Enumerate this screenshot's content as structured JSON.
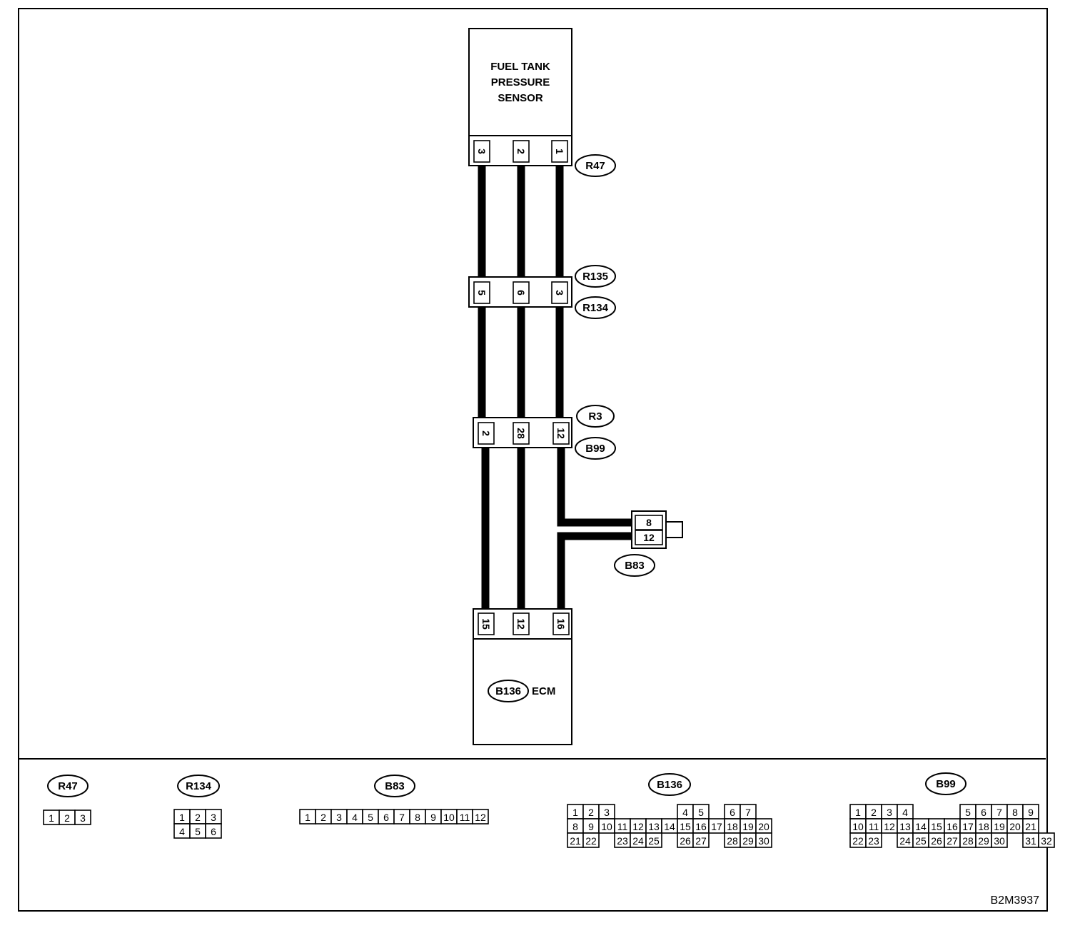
{
  "sensor": {
    "lines": [
      "FUEL TANK",
      "PRESSURE",
      "SENSOR"
    ]
  },
  "ecm": {
    "tag": "B136",
    "label": "ECM"
  },
  "connectors": {
    "r47": {
      "tag": "R47",
      "pins": [
        "3",
        "2",
        "1"
      ]
    },
    "r135": {
      "tag": "R135"
    },
    "r134": {
      "tag": "R134",
      "pins": [
        "5",
        "6",
        "3"
      ]
    },
    "r3": {
      "tag": "R3"
    },
    "b99": {
      "tag": "B99",
      "pins": [
        "2",
        "28",
        "12"
      ]
    },
    "b83": {
      "tag": "B83",
      "pins": [
        "8",
        "12"
      ]
    },
    "b136": {
      "tag": "B136",
      "pins": [
        "15",
        "12",
        "16"
      ]
    }
  },
  "legend": {
    "r47": {
      "tag": "R47",
      "rows": [
        [
          "1",
          "2",
          "3"
        ]
      ]
    },
    "r134": {
      "tag": "R134",
      "rows": [
        [
          "1",
          "2",
          "3"
        ],
        [
          "4",
          "5",
          "6"
        ]
      ]
    },
    "b83": {
      "tag": "B83",
      "rows": [
        [
          "1",
          "2",
          "3",
          "4",
          "5",
          "6",
          "7",
          "8",
          "9",
          "10",
          "11",
          "12"
        ]
      ]
    },
    "b136": {
      "tag": "B136",
      "rows": [
        [
          "1",
          "2",
          "3",
          "",
          "",
          "",
          "",
          "4",
          "5",
          "",
          "6",
          "7"
        ],
        [
          "8",
          "9",
          "10",
          "11",
          "12",
          "13",
          "14",
          "15",
          "16",
          "17",
          "18",
          "19",
          "20"
        ],
        [
          "21",
          "22",
          "",
          "23",
          "24",
          "25",
          "",
          "26",
          "27",
          "",
          "28",
          "29",
          "30"
        ]
      ]
    },
    "b99": {
      "tag": "B99",
      "rows": [
        [
          "1",
          "2",
          "3",
          "4",
          "",
          "",
          "",
          "5",
          "6",
          "7",
          "8",
          "9"
        ],
        [
          "10",
          "11",
          "12",
          "13",
          "14",
          "15",
          "16",
          "17",
          "18",
          "19",
          "20",
          "21"
        ],
        [
          "22",
          "23",
          "",
          "24",
          "25",
          "26",
          "27",
          "28",
          "29",
          "30",
          "",
          "31",
          "32"
        ]
      ]
    }
  },
  "figure_code": "B2M3937"
}
